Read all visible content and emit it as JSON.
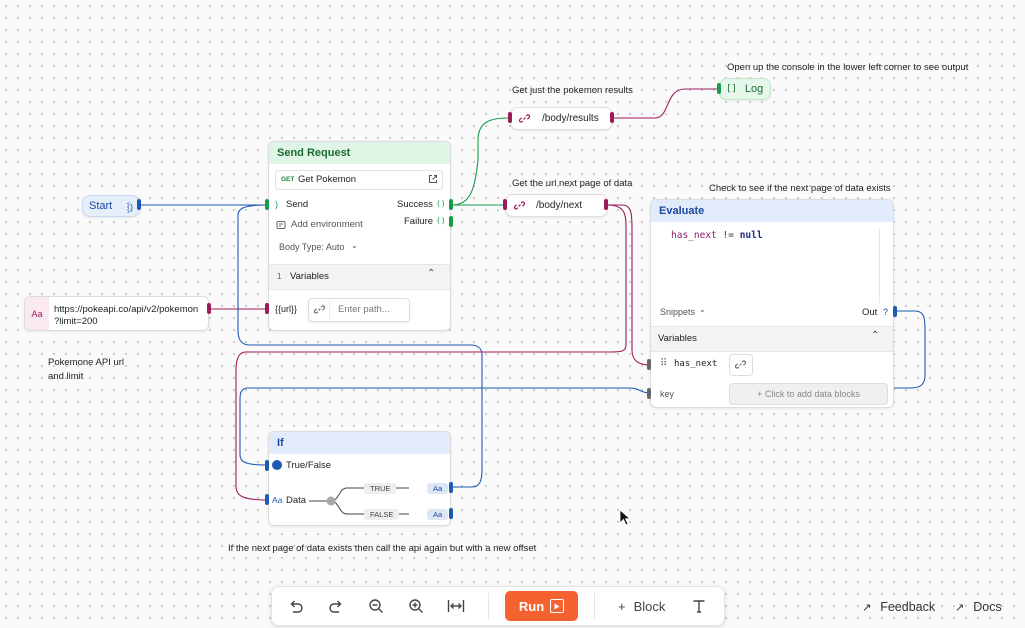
{
  "notes": {
    "log_hint": "Open up the console in the lower left corner to see output",
    "results_hint": "Get just the pokemon results",
    "next_hint": "Get the url next page of data",
    "evaluate_hint": "Check to see if the next page of data exists",
    "api_hint_1": "Pokemone API url",
    "api_hint_2": "and limit",
    "if_hint": "If the next page of data exists then call the api again but with a new offset"
  },
  "start": {
    "label": "Start"
  },
  "log": {
    "label": "Log",
    "icon": "brackets-icon"
  },
  "results_path": {
    "label": "/body/results"
  },
  "next_path": {
    "label": "/body/next"
  },
  "url_input": {
    "badge": "Aa",
    "line1": "https://pokeapi.co/api/v2/pokemon",
    "line2": "?limit=200"
  },
  "send_request": {
    "title": "Send Request",
    "method": "GET",
    "request_name": "Get Pokemon",
    "send_label": "Send",
    "success_label": "Success",
    "failure_label": "Failure",
    "add_env": "Add environment",
    "body_type": "Body Type: Auto",
    "vars_count": "1",
    "vars_label": "Variables",
    "var_name": "{{url}}",
    "var_placeholder": "Enter path..."
  },
  "evaluate": {
    "title": "Evaluate",
    "code_var": "has_next",
    "code_op": "!=",
    "code_kw": "null",
    "snippets": "Snippets",
    "out_label": "Out",
    "out_badge": "?",
    "vars_label": "Variables",
    "var1": "has_next",
    "var2": "key",
    "add_blocks": "+ Click to add data blocks"
  },
  "if_node": {
    "title": "If",
    "condition": "True/False",
    "data_badge": "Aa",
    "data_label": "Data",
    "true_label": "TRUE",
    "false_label": "FALSE",
    "out_badge": "Aa"
  },
  "toolbar": {
    "run_label": "Run",
    "block_label": "Block",
    "block_plus": "+"
  },
  "links": {
    "feedback": "Feedback",
    "docs": "Docs"
  },
  "colors": {
    "blue": "#1f5bb5",
    "green": "#179c4a",
    "magenta": "#9c1a5a",
    "run": "#f4622f"
  }
}
